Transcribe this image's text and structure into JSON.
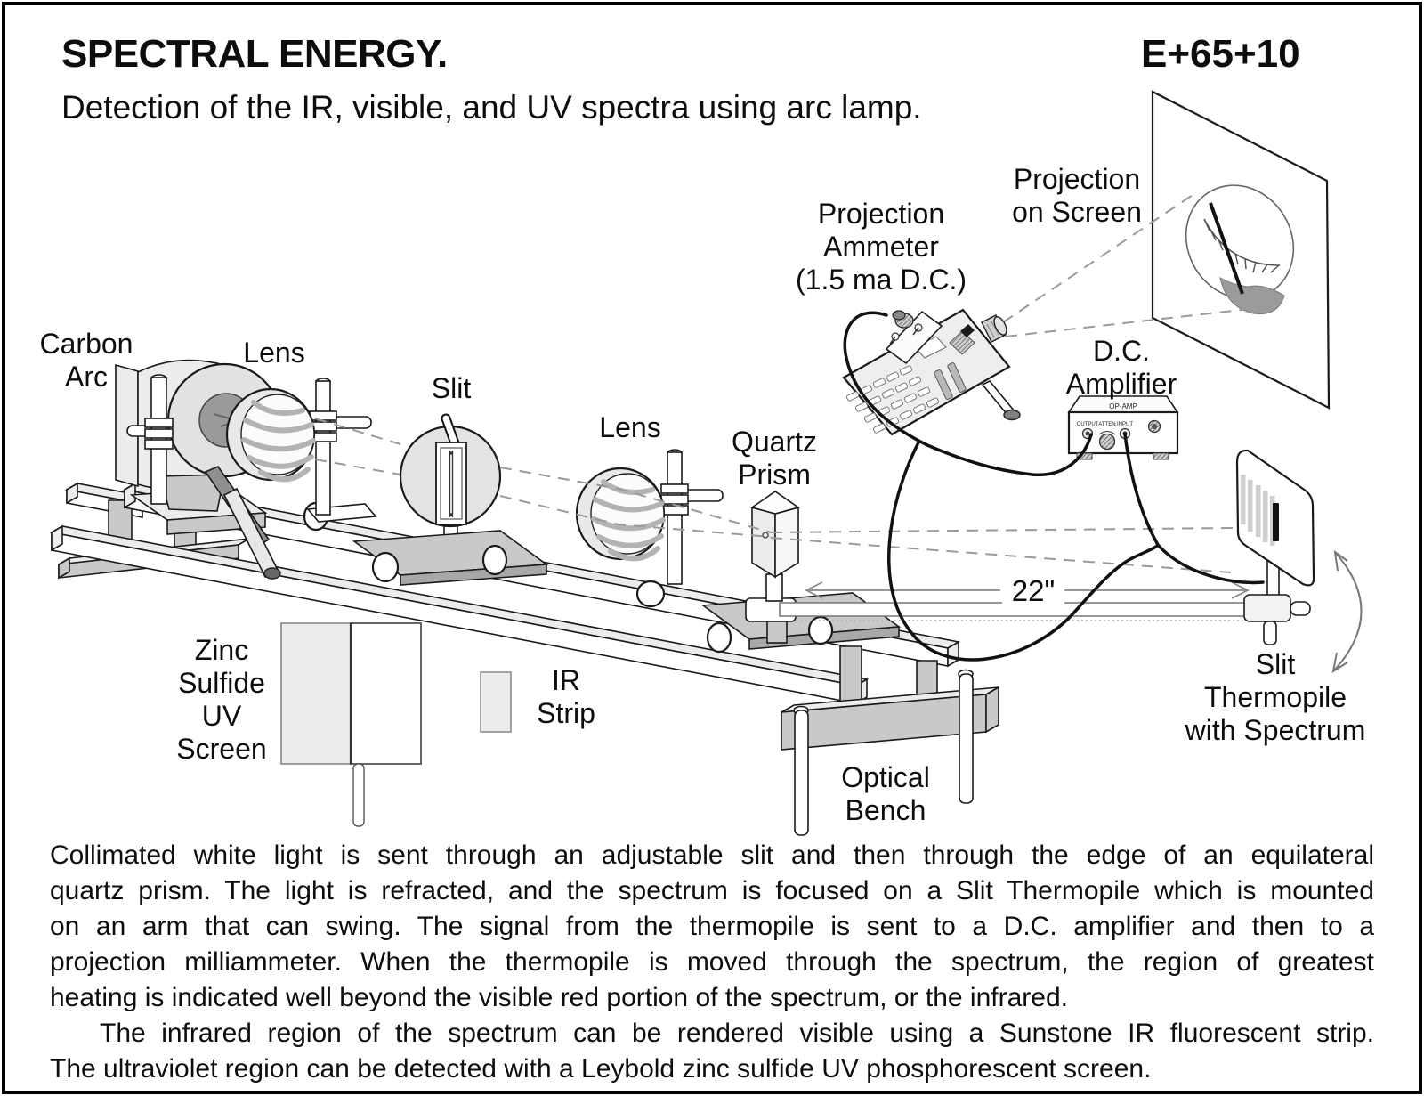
{
  "header": {
    "title": "SPECTRAL ENERGY.",
    "code": "E+65+10",
    "subtitle": "Detection of the IR, visible, and UV spectra using arc lamp."
  },
  "labels": {
    "carbon_arc": {
      "line1": "Carbon",
      "line2": "Arc"
    },
    "lens_1": "Lens",
    "slit": "Slit",
    "lens_2": "Lens",
    "quartz_prism": {
      "line1": "Quartz",
      "line2": "Prism"
    },
    "projection_ammeter": {
      "line1": "Projection",
      "line2": "Ammeter",
      "line3": "(1.5 ma D.C.)"
    },
    "projection_on_screen": {
      "line1": "Projection",
      "line2": "on Screen"
    },
    "dc_amplifier": {
      "line1": "D.C.",
      "line2": "Amplifier"
    },
    "slit_thermopile": {
      "line1": "Slit",
      "line2": "Thermopile",
      "line3": "with Spectrum"
    },
    "zinc_sulfide_uv_screen": {
      "line1": "Zinc",
      "line2": "Sulfide",
      "line3": "UV",
      "line4": "Screen"
    },
    "ir_strip": {
      "line1": "IR",
      "line2": "Strip"
    },
    "optical_bench": {
      "line1": "Optical",
      "line2": "Bench"
    },
    "distance": "22\""
  },
  "amplifier_unit": {
    "model_label": "OP-AMP",
    "jack_labels": {
      "output": "OUTPUT",
      "atten": "ATTEN",
      "input": "INPUT"
    }
  },
  "description": {
    "paragraph1": {
      "line1": "Collimated white light is sent through an adjustable slit and then through the edge of an equilateral",
      "line2": "quartz prism. The light is refracted, and the spectrum is focused on a Slit Thermopile which is mounted",
      "line3": "on an arm that can swing. The signal from the thermopile is sent to a D.C. amplifier and then to a",
      "line4": "projection milliammeter. When the thermopile is moved through the spectrum, the region of greatest",
      "line5": "heating is indicated well beyond the visible red portion of the spectrum, or the infrared."
    },
    "paragraph2": {
      "line1": "The infrared region of the spectrum can be rendered visible using a Sunstone IR fluorescent strip.",
      "line2": "The ultraviolet region can be detected with a Leybold zinc sulfide UV phosphorescent screen."
    }
  },
  "colors": {
    "ink": "#111111",
    "paper": "#ffffff",
    "light_gray": "#ececec",
    "mid_gray": "#c9c9c9",
    "dark_gray": "#8f8f8f"
  }
}
